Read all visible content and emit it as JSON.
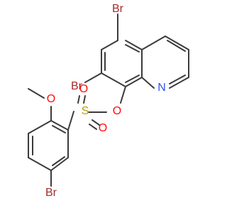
{
  "colors": {
    "background": "#ffffff",
    "bond": "#3b3b3b",
    "bromine": "#a52a2a",
    "oxygen": "#ff0d0d",
    "nitrogen": "#3050f8",
    "sulfur": "#b5a000"
  },
  "atom_labels": {
    "br_top": "Br",
    "br_left": "Br",
    "br_bottom": "Br",
    "n_ring": "N",
    "o_ester": "O",
    "o_sulfonyl_1": "O",
    "o_sulfonyl_2": "O",
    "o_methoxy": "O",
    "s_sulfonyl": "S"
  }
}
